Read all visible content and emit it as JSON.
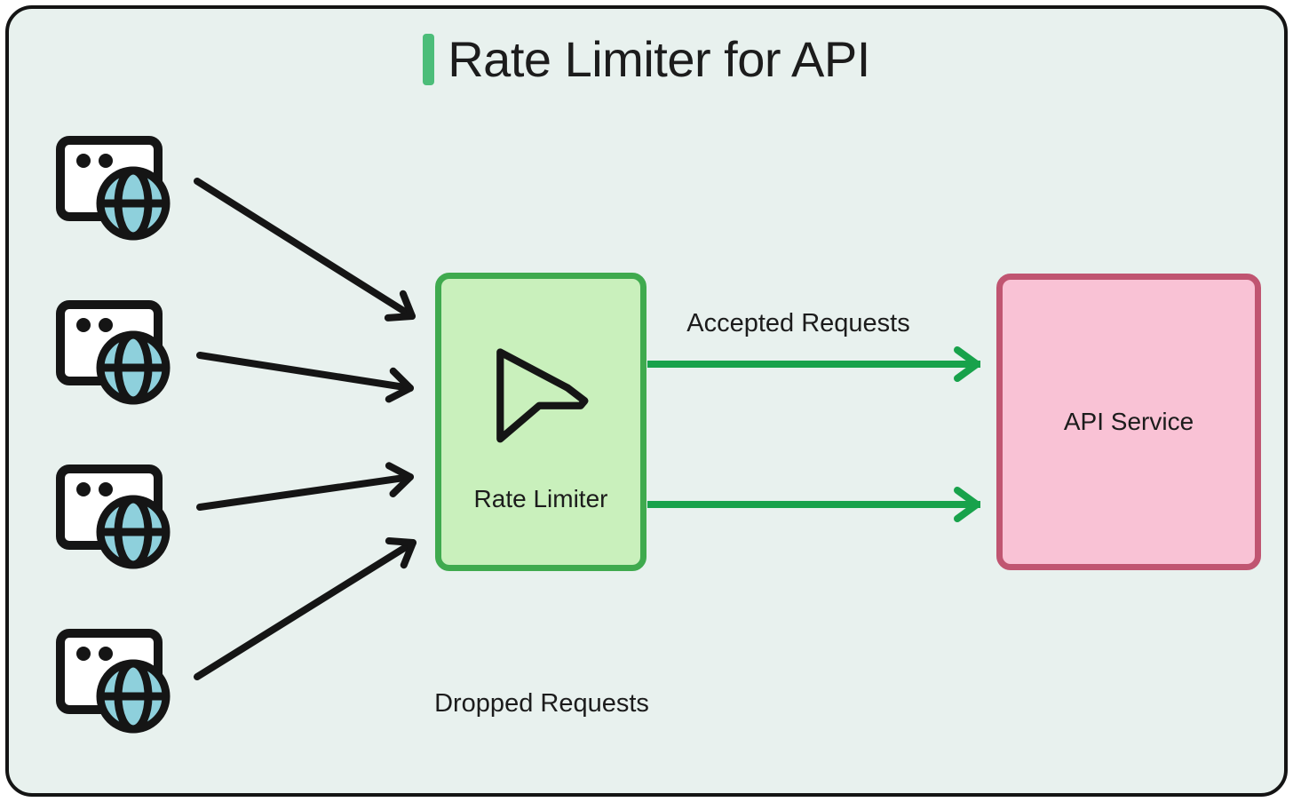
{
  "title": "Rate Limiter for API",
  "clients": {
    "count": 4,
    "icon": "browser-globe-icon"
  },
  "rate_limiter": {
    "label": "Rate Limiter",
    "icon": "funnel-icon"
  },
  "api_service": {
    "label": "API Service"
  },
  "flows": {
    "incoming_request_arrows": 4,
    "accepted": {
      "label": "Accepted Requests",
      "arrow_count": 2
    },
    "dropped": {
      "label": "Dropped Requests"
    }
  },
  "colors": {
    "background": "#e8f1ee",
    "frame_border": "#141414",
    "accent_green": "#4cbd79",
    "limiter_fill": "#c9f0bc",
    "limiter_border": "#3faa4e",
    "api_fill": "#f9c2d5",
    "api_border": "#c05571",
    "accepted_arrow": "#18a24b",
    "request_arrow": "#151515",
    "globe_fill": "#8ed0dc"
  }
}
